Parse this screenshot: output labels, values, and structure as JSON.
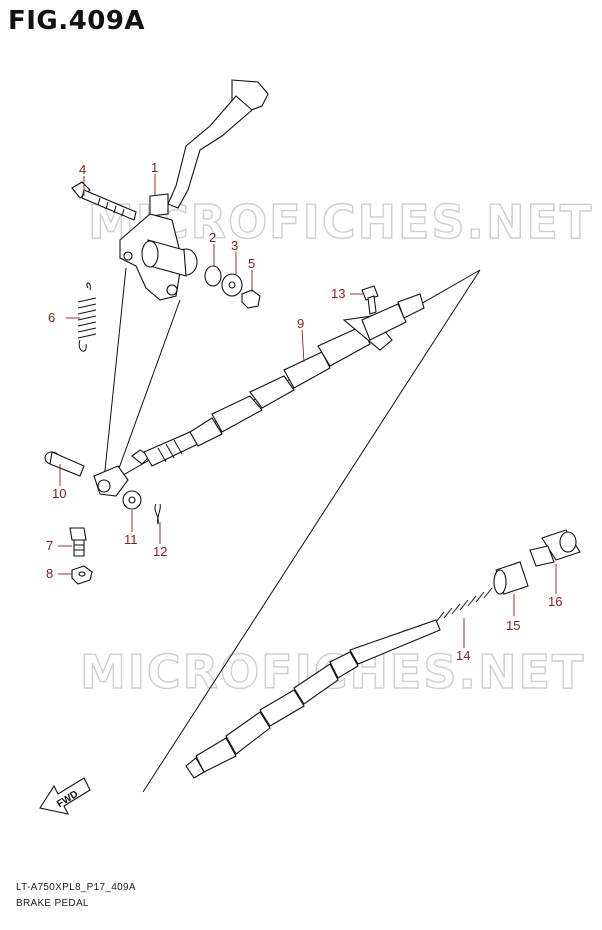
{
  "figure": {
    "title": "FIG.409A",
    "code": "LT-A750XPL8_P17_409A",
    "subtitle": "BRAKE PEDAL"
  },
  "watermark": {
    "text": "MICROFICHES.NET"
  },
  "fwd_arrow": {
    "label": "FWD"
  },
  "callouts": [
    "1",
    "2",
    "3",
    "4",
    "5",
    "6",
    "7",
    "8",
    "9",
    "10",
    "11",
    "12",
    "13",
    "14",
    "15",
    "16"
  ],
  "colors": {
    "callout": "#8a1a1a",
    "line": "#111111",
    "watermark": "#cfcfcf"
  }
}
